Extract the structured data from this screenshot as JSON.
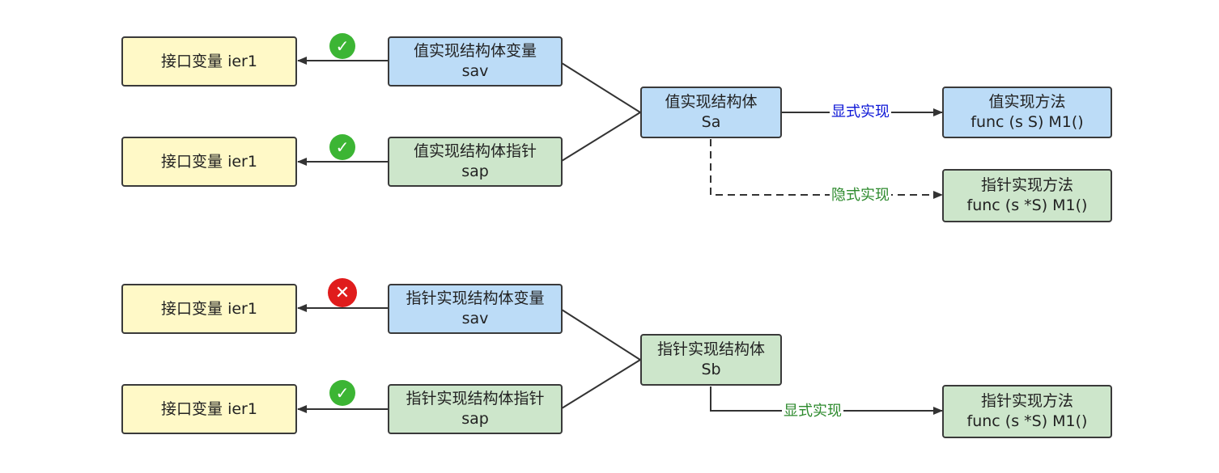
{
  "top": {
    "iface1": "接口变量 ier1",
    "iface2": "接口变量 ier1",
    "var_value": {
      "line1": "值实现结构体变量",
      "line2": "sav"
    },
    "var_ptr": {
      "line1": "值实现结构体指针",
      "line2": "sap"
    },
    "struct": {
      "line1": "值实现结构体",
      "line2": "Sa"
    },
    "method_value": {
      "line1": "值实现方法",
      "line2": "func (s S) M1()"
    },
    "method_ptr": {
      "line1": "指针实现方法",
      "line2": "func (s *S) M1()"
    },
    "edge_explicit": "显式实现",
    "edge_implicit": "隐式实现",
    "badge1": "check",
    "badge2": "check"
  },
  "bottom": {
    "iface1": "接口变量 ier1",
    "iface2": "接口变量 ier1",
    "var_value": {
      "line1": "指针实现结构体变量",
      "line2": "sav"
    },
    "var_ptr": {
      "line1": "指针实现结构体指针",
      "line2": "sap"
    },
    "struct": {
      "line1": "指针实现结构体",
      "line2": "Sb"
    },
    "method_ptr": {
      "line1": "指针实现方法",
      "line2": "func (s *S) M1()"
    },
    "edge_explicit": "显式实现",
    "badge1": "cross",
    "badge2": "check"
  },
  "colors": {
    "yellow": "#fff9c7",
    "blue": "#bcdcf7",
    "green": "#cde6cb",
    "ok": "#3cb534",
    "error": "#e01c1c",
    "label_blue": "#0a14d6",
    "label_green": "#2d8a2d"
  }
}
